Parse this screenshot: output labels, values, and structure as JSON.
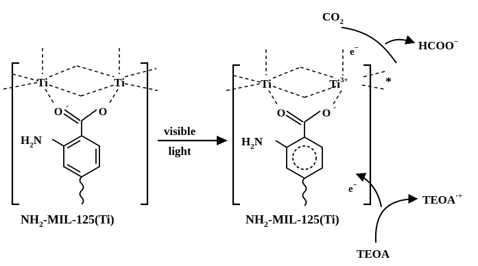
{
  "left_structure": {
    "ti_left": "Ti",
    "ti_right": "Ti",
    "o_left": "O",
    "o_right": "O",
    "o_charge": "-",
    "amine_h": "H",
    "amine_sub": "2",
    "amine_n": "N",
    "label_a": "NH",
    "label_sub": "2",
    "label_b": "-MIL-125(Ti)"
  },
  "arrow": {
    "line1": "visible",
    "line2": "light"
  },
  "right_structure": {
    "ti_left": "Ti",
    "ti_right": "Ti",
    "ti_right_charge": "3+",
    "o_left": "O",
    "o_right": "O",
    "o_charge": "-",
    "excited_mark": "*",
    "amine_h": "H",
    "amine_sub": "2",
    "amine_n": "N",
    "label_a": "NH",
    "label_sub": "2",
    "label_b": "-MIL-125(Ti)"
  },
  "reduction": {
    "reactant": "CO",
    "reactant_sub": "2",
    "electron": "e",
    "electron_charge": "−",
    "product": "HCOO",
    "product_charge": "−"
  },
  "oxidation": {
    "reactant": "TEOA",
    "electron": "e",
    "electron_charge": "−",
    "product": "TEOA",
    "product_charge": "·+"
  }
}
